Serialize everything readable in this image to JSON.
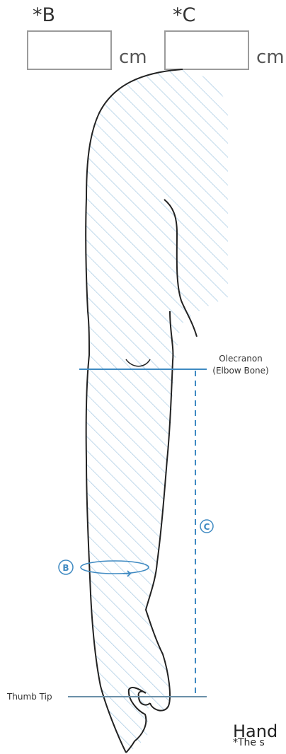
{
  "fields": {
    "b": {
      "label": "*B",
      "unit": "cm"
    },
    "c": {
      "label": "*C",
      "unit": "cm"
    }
  },
  "diagram": {
    "olecranon_line1": "Olecranon",
    "olecranon_line2": "(Elbow Bone)",
    "thumb_tip": "Thumb Tip",
    "marker_b": "B",
    "marker_c": "C",
    "colors": {
      "measure": "#3f8ac2",
      "outline": "#222222",
      "hatch": "#9ec4e0"
    }
  },
  "section": {
    "title": "Hand",
    "note": "*The s"
  }
}
